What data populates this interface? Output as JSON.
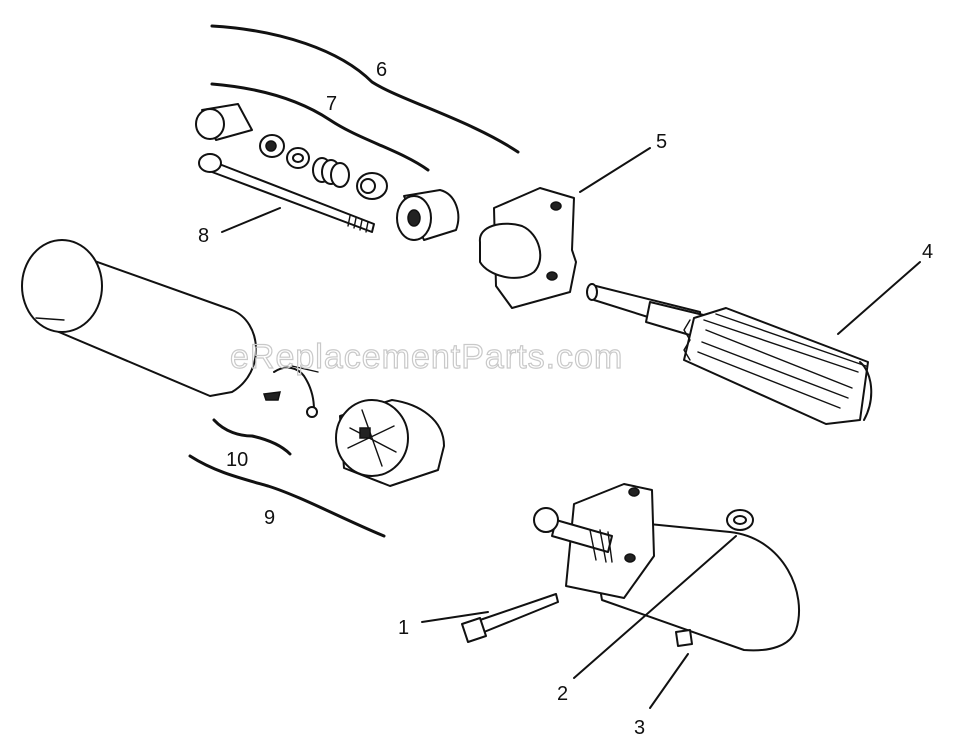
{
  "watermark": "eReplacementParts.com",
  "callouts": [
    {
      "id": "1",
      "text": "1"
    },
    {
      "id": "2",
      "text": "2"
    },
    {
      "id": "3",
      "text": "3"
    },
    {
      "id": "4",
      "text": "4"
    },
    {
      "id": "5",
      "text": "5"
    },
    {
      "id": "6",
      "text": "6"
    },
    {
      "id": "7",
      "text": "7"
    },
    {
      "id": "8",
      "text": "8"
    },
    {
      "id": "9",
      "text": "9"
    },
    {
      "id": "10",
      "text": "10"
    }
  ]
}
